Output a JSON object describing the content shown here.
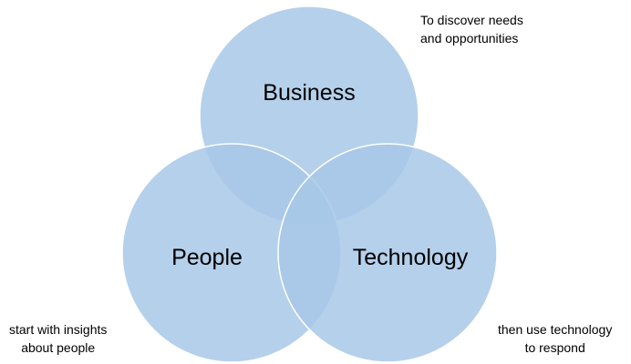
{
  "diagram": {
    "circles": [
      {
        "key": "business",
        "label": "Business"
      },
      {
        "key": "people",
        "label": "People"
      },
      {
        "key": "technology",
        "label": "Technology"
      }
    ],
    "notes": {
      "business": {
        "line1": "To discover needs",
        "line2": "and opportunities"
      },
      "people": {
        "line1": "start with insights",
        "line2": "about people"
      },
      "technology": {
        "line1": "then use technology",
        "line2": "to respond"
      }
    },
    "colors": {
      "circle_fill": "#a8c8e8",
      "circle_stroke": "#ffffff",
      "text": "#000000"
    }
  }
}
